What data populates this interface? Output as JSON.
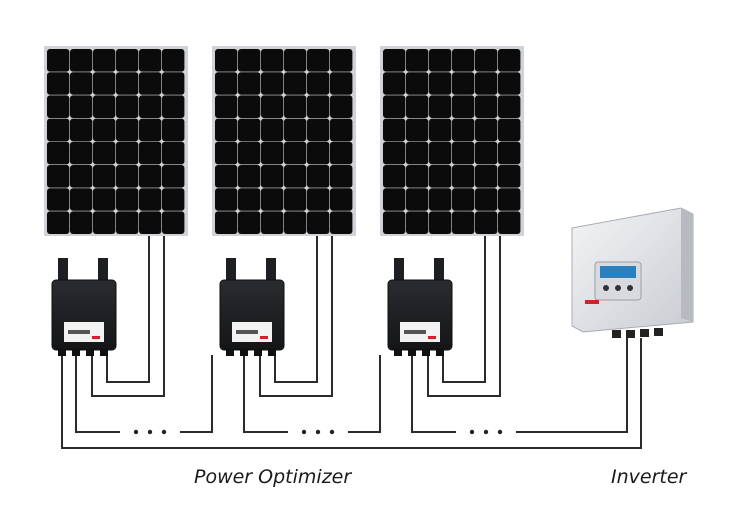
{
  "captions": {
    "optimizer": "Power Optimizer",
    "inverter": "Inverter"
  },
  "diagram": {
    "panel_count": 3,
    "optimizer_count": 3,
    "inverter_count": 1,
    "components": [
      "solar-panel",
      "power-optimizer",
      "inverter"
    ],
    "continuation_marker": "• • •",
    "colors": {
      "panel_cell": "#0b0b0b",
      "panel_frame": "#cfd2d6",
      "optimizer_body": "#1d1f22",
      "inverter_body": "#e3e6ea",
      "inverter_display": "#2a7fbf",
      "brand_accent": "#d81e2b",
      "wire": "#2b2b2b"
    }
  }
}
